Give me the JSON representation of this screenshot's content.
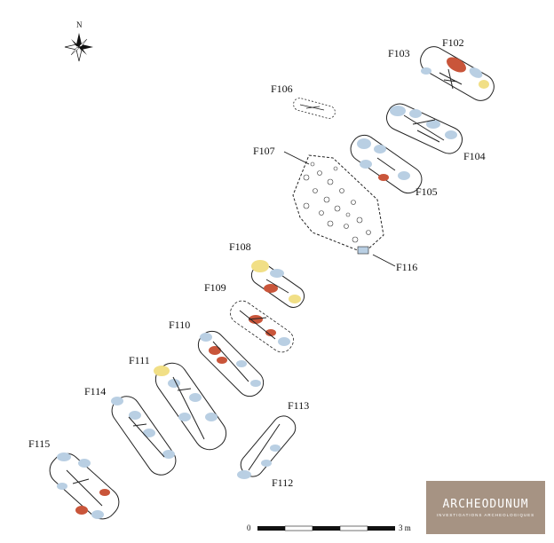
{
  "north_label": "N",
  "features": [
    {
      "id": "F102",
      "label": "F102"
    },
    {
      "id": "F103",
      "label": "F103"
    },
    {
      "id": "F104",
      "label": "F104"
    },
    {
      "id": "F105",
      "label": "F105"
    },
    {
      "id": "F106",
      "label": "F106"
    },
    {
      "id": "F107",
      "label": "F107"
    },
    {
      "id": "F108",
      "label": "F108"
    },
    {
      "id": "F109",
      "label": "F109"
    },
    {
      "id": "F110",
      "label": "F110"
    },
    {
      "id": "F111",
      "label": "F111"
    },
    {
      "id": "F112",
      "label": "F112"
    },
    {
      "id": "F113",
      "label": "F113"
    },
    {
      "id": "F114",
      "label": "F114"
    },
    {
      "id": "F115",
      "label": "F115"
    },
    {
      "id": "F116",
      "label": "F116"
    }
  ],
  "scale_bar": {
    "start_label": "0",
    "end_label": "3 m"
  },
  "logo": {
    "name": "ARCHEODUNUM",
    "tagline": "INVESTIGATIONS ARCHEOLOGIQUES"
  },
  "colors": {
    "stone": "#b9cfe3",
    "brick": "#c9553a",
    "ochre": "#f1df86",
    "outline": "#222222"
  }
}
